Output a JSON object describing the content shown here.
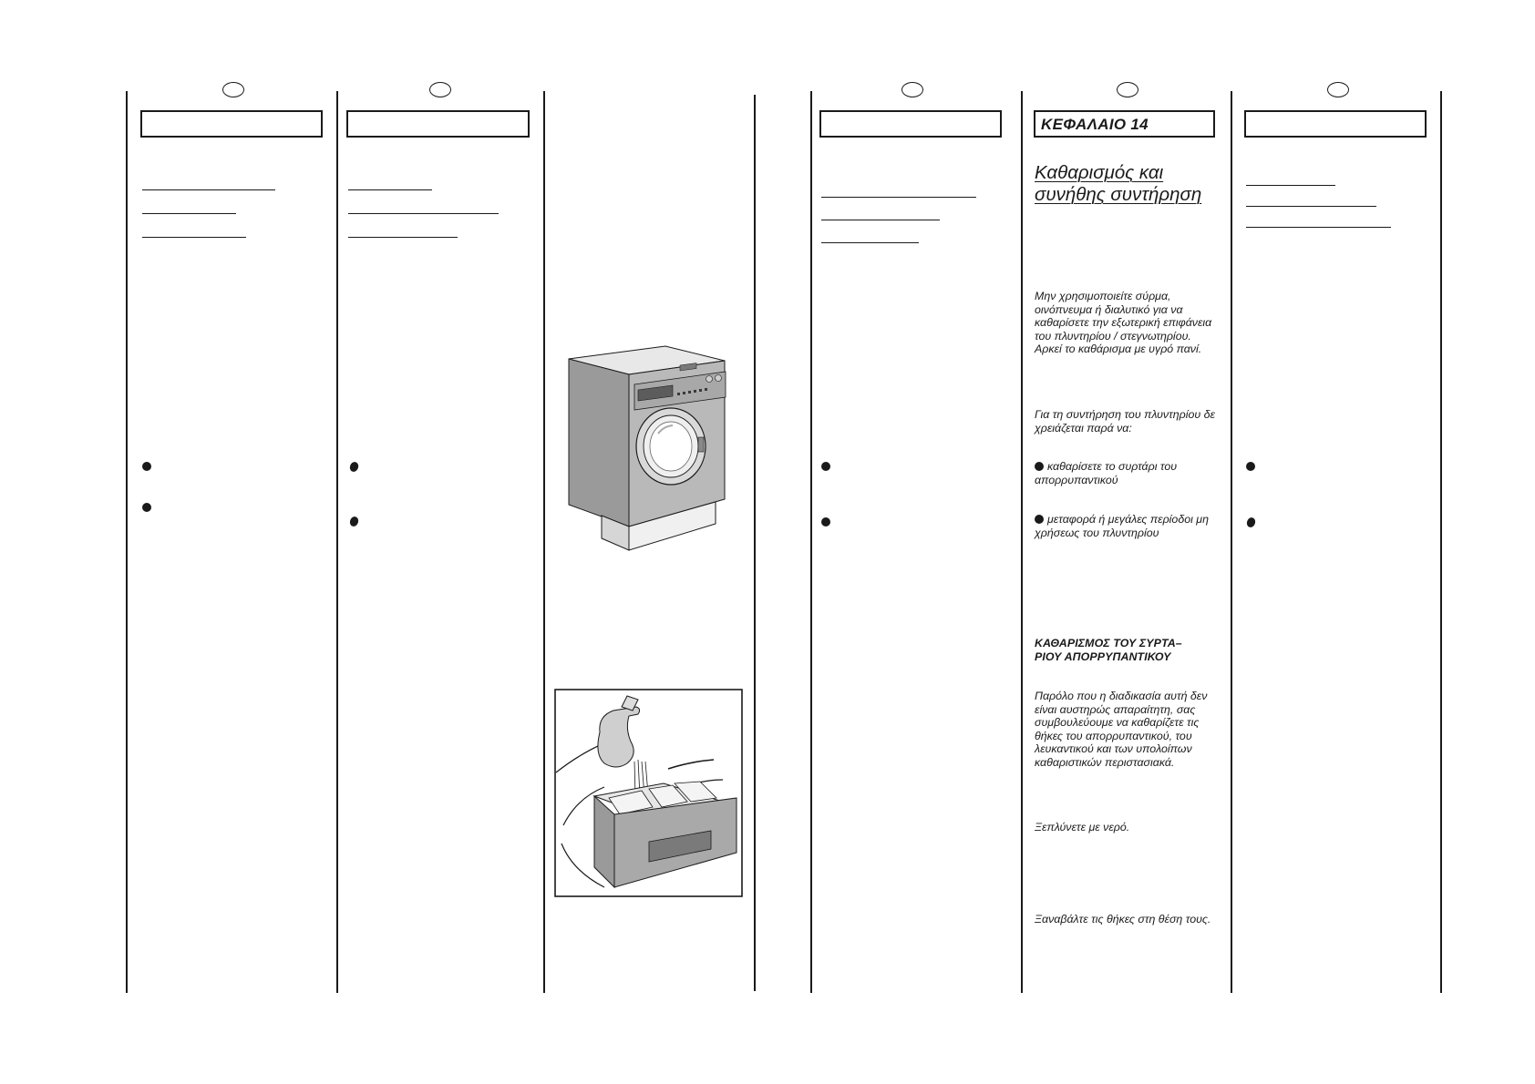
{
  "chapter": {
    "label": "ΚΕΦΑΛΑΙΟ 14",
    "title_line1": "Καθαρισμός και",
    "title_line2": "συνήθης συντήρηση"
  },
  "exterior": {
    "para": "Μην χρησιμοποιείτε σύρμα, οινόπνευμα ή διαλυτικό για να καθαρίσετε την εξωτερική επιφάνεια του πλυντηρίου / στεγνωτηρίου. Αρκεί το καθάρισμα με υγρό πανί."
  },
  "maintenance": {
    "intro": "Για τη συντήρηση του πλυντηρίου δε χρειάζεται παρά να:",
    "bullet1": "καθαρίσετε το συρτάρι του απορρυπαντικού",
    "bullet2": "μεταφορά ή μεγάλες περίοδοι μη χρήσεως του πλυντηρίου"
  },
  "drawer": {
    "heading_line1": "ΚΑΘΑΡΙΣΜΟΣ ΤΟΥ ΣΥΡΤΑ–",
    "heading_line2": "ΡΙΟΥ ΑΠΟΡΡΥΠΑΝΤΙΚΟΥ",
    "para": "Παρόλο που η διαδικασία αυτή δεν είναι αυστηρώς απαραίτητη, σας συμβουλεύουμε να καθαρίζετε τις θήκες του απορρυπαντικού, του λευκαντικού και των υπολοίπων καθαριστικών περιστασιακά.",
    "rinse": "Ξεπλύνετε με νερό.",
    "refit": "Ξαναβάλτε τις θήκες στη θέση τους."
  },
  "colors": {
    "ink": "#1a1a1a",
    "paper": "#ffffff",
    "machine_body": "#b8b8b8",
    "machine_dark": "#8c8c8c"
  },
  "icons": [
    "language-oval-icon",
    "bullet-icon",
    "washing-machine-illustration",
    "detergent-drawer-illustration"
  ]
}
